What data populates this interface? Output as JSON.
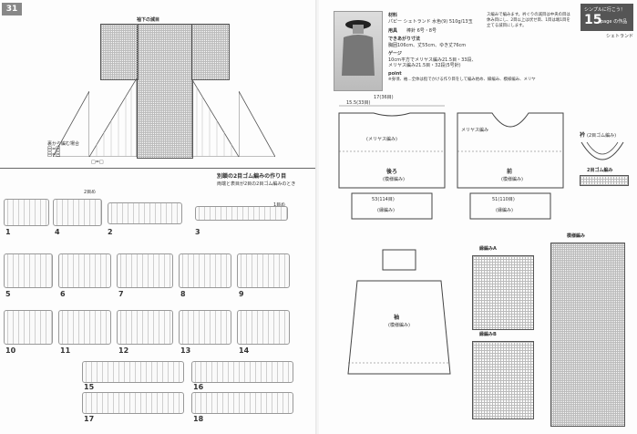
{
  "left_page": {
    "page_number": "31",
    "chart_title": "袖下の減目",
    "legend": {
      "line1": "裏から編む場合",
      "line2": "回=回",
      "line3": "回=回"
    },
    "chart_key": "□=□",
    "section_title": "別鎖の2目ゴム編みの作り目",
    "section_subtitle": "両端と表目が2目の2目ゴム編みのとき",
    "step_labels": [
      "1",
      "2",
      "3",
      "4",
      "5",
      "6",
      "7",
      "8",
      "9",
      "10",
      "11",
      "12",
      "13",
      "14",
      "15",
      "16",
      "17",
      "18"
    ],
    "top_labels": {
      "round2": "2目め",
      "round1": "1目め"
    }
  },
  "right_page": {
    "badge": {
      "top": "シンプルに行こう！",
      "number": "15",
      "suffix": "page の作品"
    },
    "brand": "シェトランド",
    "materials_title": "材料",
    "materials_text": "パピー シェトランド 水色(9) 510g/13玉",
    "tools_title": "用具",
    "tools_text": "棒針 6号・8号",
    "size_title": "できあがり寸法",
    "size_text": "胸囲106cm、丈55cm、ゆき丈76cm",
    "gauge_title": "ゲージ",
    "gauge_text": "10cm平方でメリヤス編み21.5目・33段、",
    "gauge_text2": "メリヤス編み21.5目・32段(5号針)",
    "point_title": "point",
    "point_text": "※身頃、袖…全体は指でかける作り目をして編み始め、縁編み、模様編み、メリヤ",
    "desc_text": "ス編みで編みます。衿ぐりの減目は中央の目は休み目にし、2目以上は伏せ目、1目は端1目を立てる減目にします。",
    "labels": {
      "back": "後ろ",
      "back_sub": "(模様編み)",
      "front": "前",
      "front_sub": "(模様編み)",
      "sleeve": "袖",
      "sleeve_sub": "(模様編み)",
      "edge1": "(縁編み)",
      "edge2": "(縁編み)",
      "meriyasu": "(メリヤス編み)",
      "meriyasu2": "メリヤス編み",
      "collar": "衿",
      "collar_sub": "(2目ゴム編み)",
      "rib_title": "2目ゴム編み",
      "pattern_title": "模様編み",
      "edgeA": "縁編みA",
      "edgeB": "縁編みB",
      "dim1": "15.5(33目)",
      "dim2": "17(36目)",
      "dim3": "53(114目)",
      "dim4": "51(110目)"
    }
  }
}
